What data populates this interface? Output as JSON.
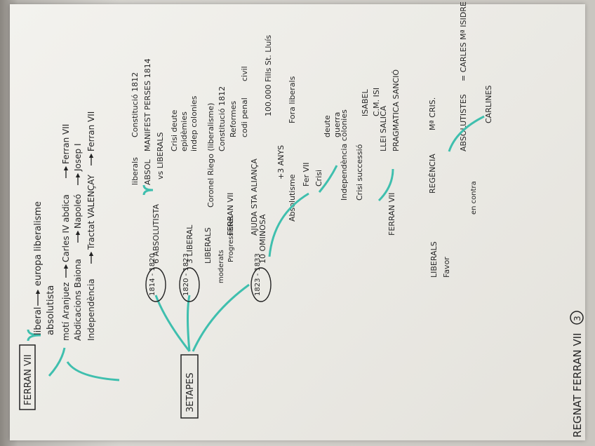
{
  "page": {
    "title": "REGNAT FERRAN VII",
    "number": "3",
    "accent_color": "#3fbfae",
    "ink_color": "#262626",
    "red_color": "#d42a3a"
  },
  "root": {
    "label": "FERRAN VII",
    "top": {
      "liberal": "liberal",
      "europa": "europa liberalisme",
      "absolutista": "absolutista"
    },
    "items": [
      {
        "text": "motí Aranjuez",
        "arrow": "Carles IV abdica",
        "result": "Ferran VII"
      },
      {
        "text": "Abdicacions Baiona",
        "arrow": "Napoleó",
        "result": "Josep I"
      },
      {
        "text": "Independència",
        "arrow": "Tractat VALENÇAY",
        "result": "Ferran VII"
      }
    ]
  },
  "etapes": {
    "label": "3ETAPES",
    "e1": {
      "years": "1814 - 1820",
      "label": "6 ABSOLUTISTA",
      "liberals": "liberals",
      "constitucio": "Constitució 1812",
      "absol": "ABSOL",
      "manifest": "MANIFEST PERSES 1814",
      "vs_liberals": "vs LIBERALS",
      "crisi": "Crisi deute",
      "epidemies": "epidèmies",
      "indep": "indep colonies"
    },
    "e2": {
      "years": "1820 - 1823",
      "label": "3 LIBERAL",
      "riego": "Coronel Riego (liberalisme)",
      "constitucio": "Constitució 1812",
      "reformes": "Reformes",
      "codi_penal": "codi penal",
      "codi_civil": "civil",
      "liberals": "LIBERALS",
      "moderats": "moderats",
      "progressistes": "Progressistes",
      "ferran": "FERRAN VII",
      "ajuda": "AJUDA STA ALIANÇA",
      "fills": "100.000 Fills St. Lluís"
    },
    "e3": {
      "years": "1823 - 1833",
      "label": "10 OMINOSA",
      "anys": "+3 ANYS",
      "absolutisme": "Absolutisme",
      "fora": "Fora liberals",
      "ferran": "Fer VII",
      "crisi": "Crisi",
      "deute": "deute",
      "guerra": "guerra",
      "indep": "Independència colonies",
      "successio": "Crisi successió",
      "isabel": "ISABEL",
      "carles": "C.M. ISI",
      "ferran_vii": "FERRAN VII",
      "llei_salica": "LLEI SALICA",
      "pragmatica": "PRAGMATICA SANCIÓ",
      "liberals": "LIBERALS",
      "favor": "Favor",
      "regencia": "REGÈNCIA",
      "ma_cris": "Mª CRIS.",
      "absolutistes": "ABSOLUTISTES",
      "en_contra": "en contra",
      "carles_isidre": "= CARLES Mª ISIDRE",
      "carlines": "CARLINES"
    }
  }
}
